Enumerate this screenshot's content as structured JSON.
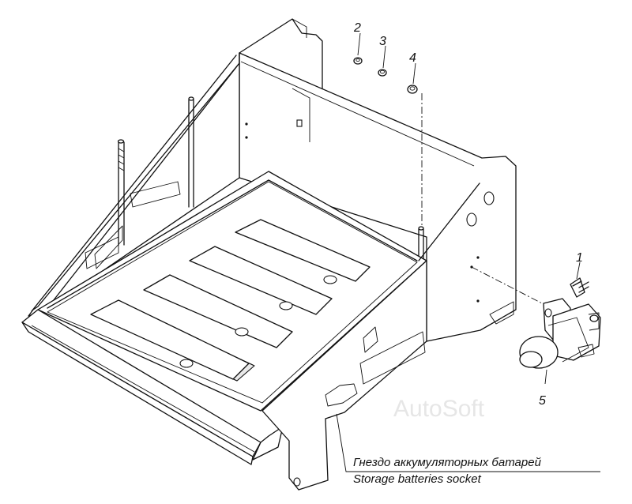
{
  "callouts": [
    {
      "id": "1",
      "label": "1"
    },
    {
      "id": "2",
      "label": "2"
    },
    {
      "id": "3",
      "label": "3"
    },
    {
      "id": "4",
      "label": "4"
    },
    {
      "id": "5",
      "label": "5"
    }
  ],
  "caption": {
    "ru": "Гнездо аккумуляторных батарей",
    "en": "Storage batteries socket"
  },
  "watermark": "AutoSoft"
}
